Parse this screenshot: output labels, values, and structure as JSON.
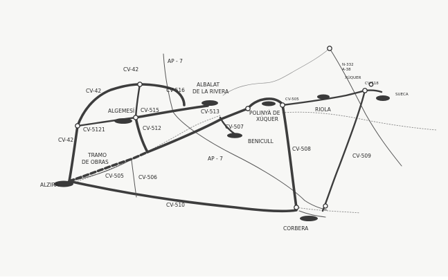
{
  "map": {
    "roads": {
      "cv42_north": "CV-42",
      "cv42_west": "CV-42",
      "cv42_south": "CV-42",
      "cv516": "CV-516",
      "cv515": "CV-515",
      "cv5121": "CV-5121",
      "cv512": "CV-512",
      "cv513": "CV-513",
      "cv507": "CV-507",
      "cv505_west": "CV-505",
      "cv505_east": "CV-505",
      "cv506_west": "CV-506",
      "cv508": "CV-508",
      "cv509": "CV-509",
      "cv510": "CV-510",
      "cv518": "CV-518",
      "ap7_north": "AP - 7",
      "ap7_south": "AP - 7",
      "n332": "N-332",
      "a38": "A-38"
    },
    "towns": {
      "algemesi": "ALGEMESÍ",
      "albalat_1": "ALBALAT",
      "albalat_2": "DE LA RIVERA",
      "polinya_1": "POLINYÀ DE",
      "polinya_2": "XÚQUER",
      "benicull": "BENICULL",
      "riola": "RIOLA",
      "sueca": "SUECA",
      "alzira": "ALZIRA",
      "corbera": "CORBERA"
    },
    "features": {
      "xuquer_river": "XÚQUER",
      "works_1": "TRAMO",
      "works_2": "DE OBRAS"
    }
  }
}
